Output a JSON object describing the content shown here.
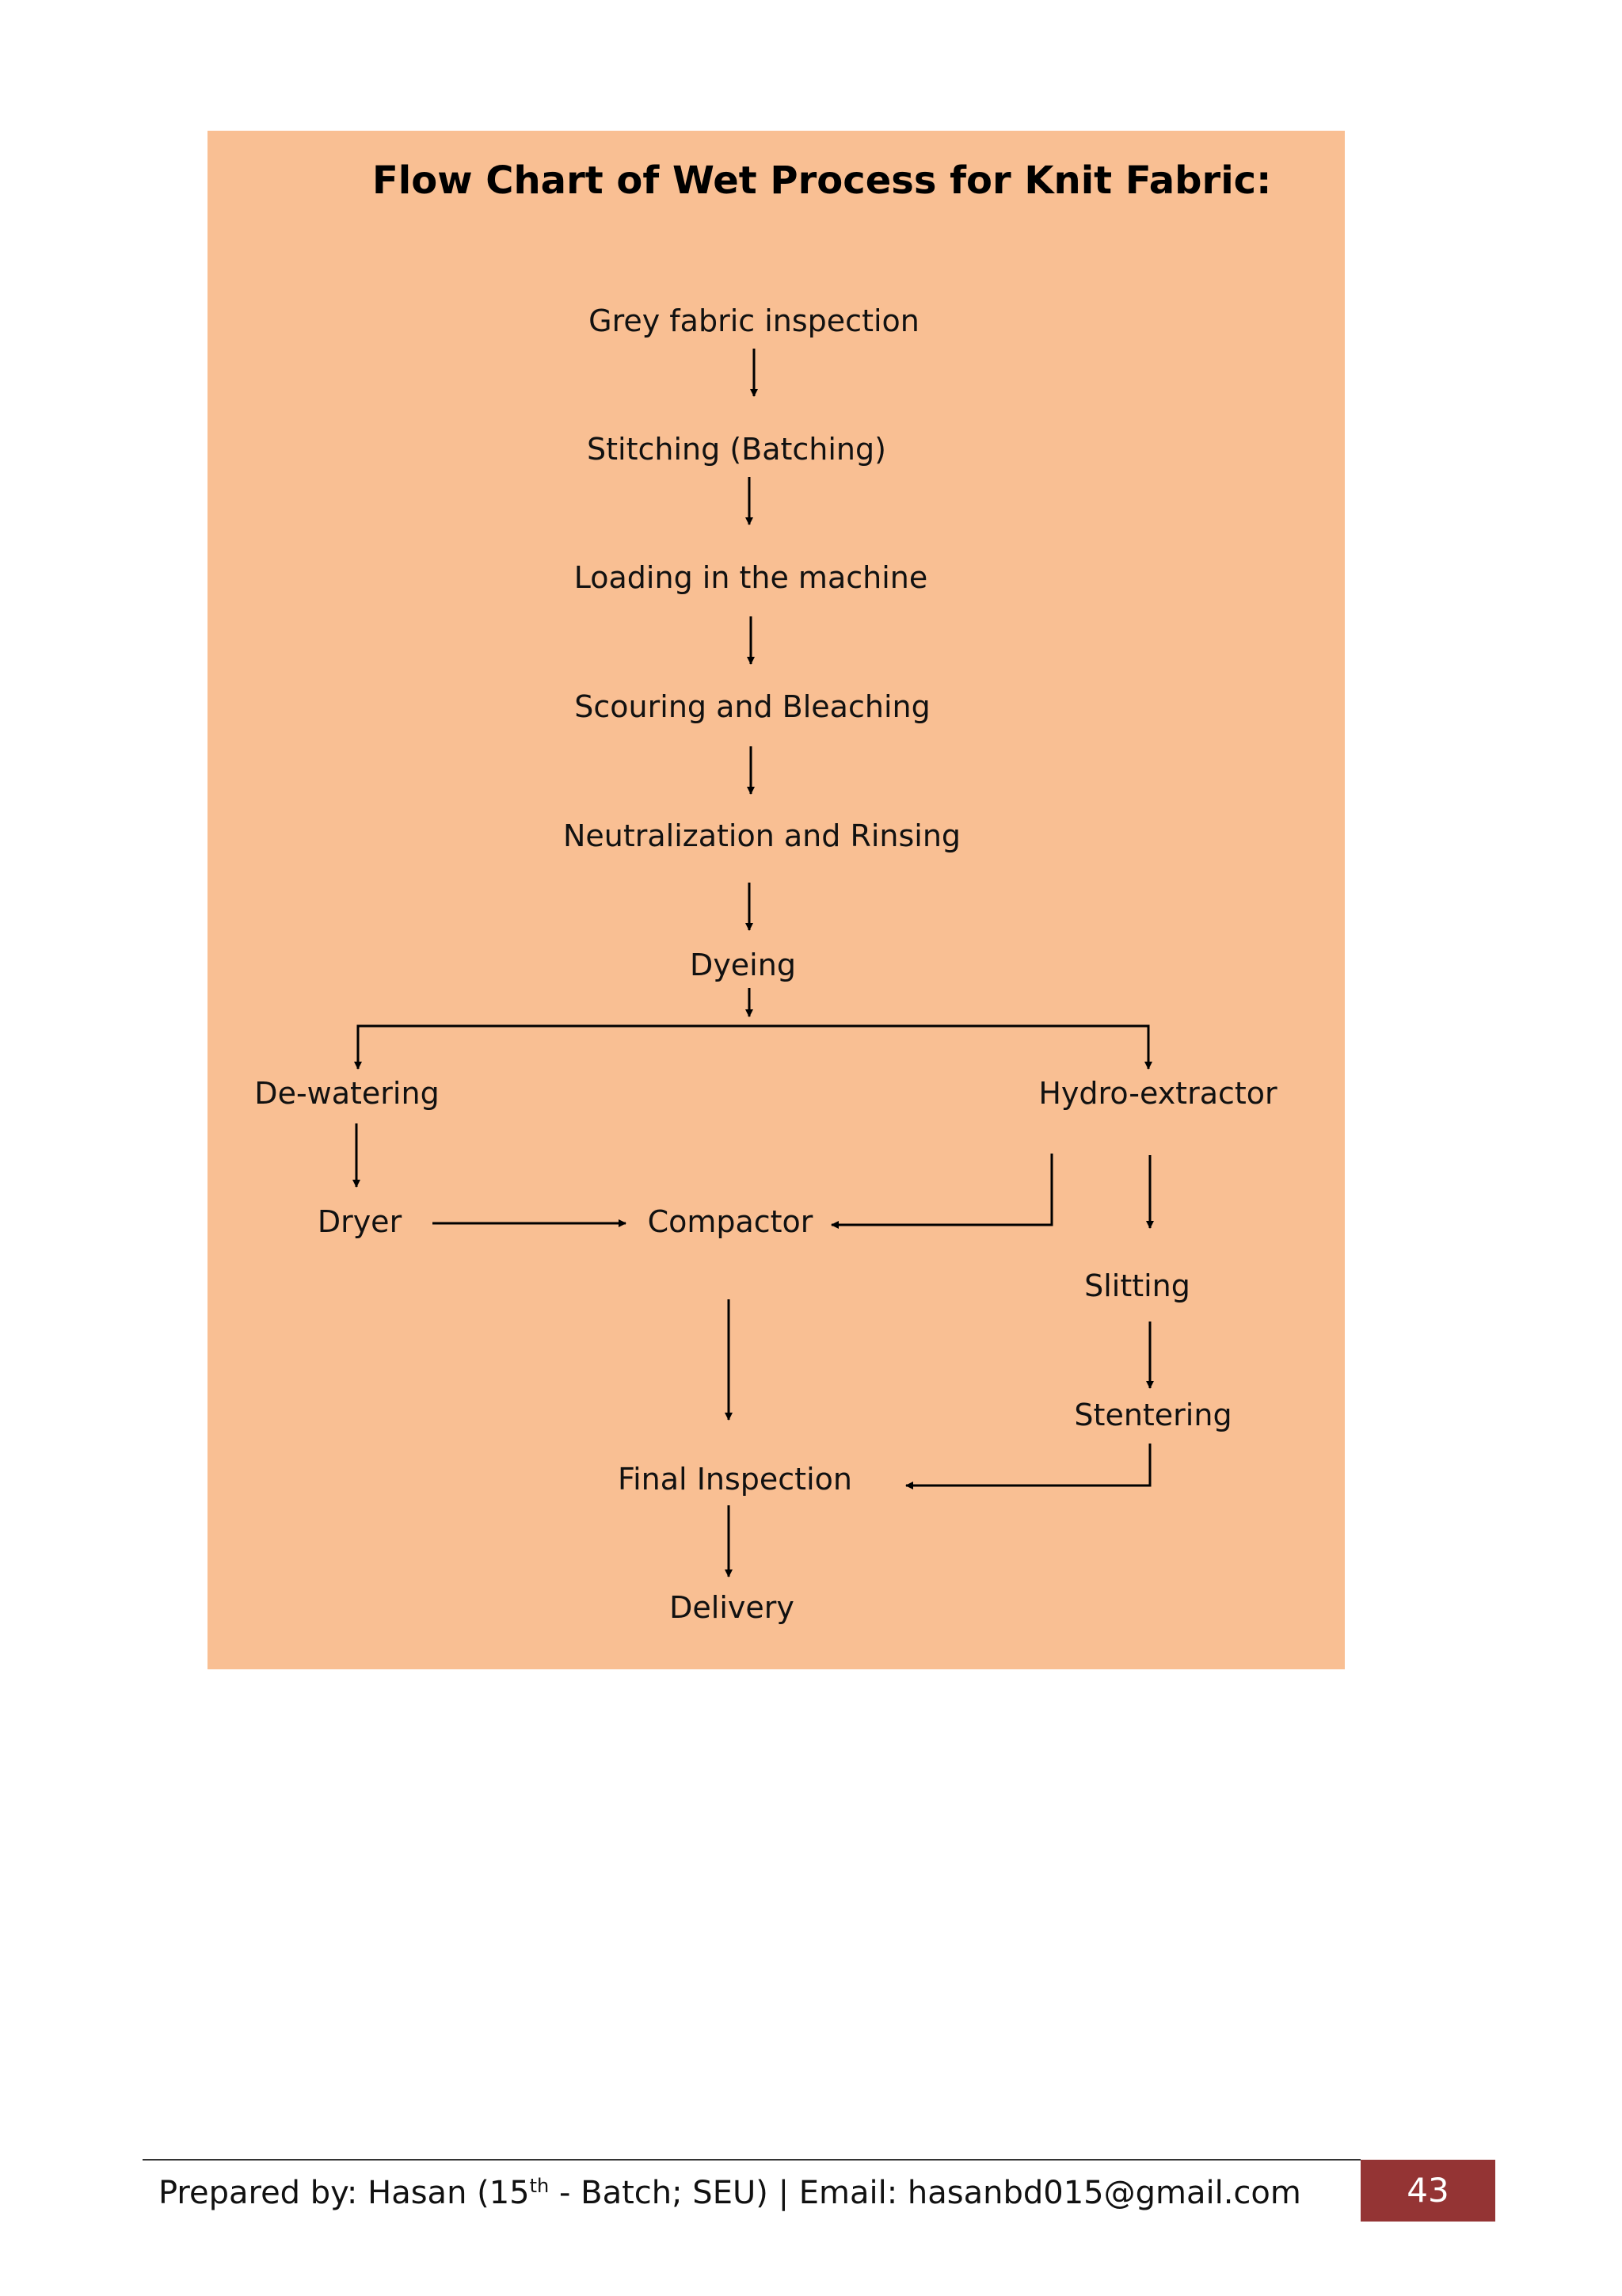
{
  "title": "Flow Chart of Wet Process for Knit Fabric:",
  "nodes": {
    "grey_fabric_inspection": "Grey fabric inspection",
    "stitching": "Stitching (Batching)",
    "loading": "Loading in the machine",
    "scouring": "Scouring and Bleaching",
    "neutralization": "Neutralization and Rinsing",
    "dyeing": "Dyeing",
    "de_watering": "De-watering",
    "hydro_extractor": "Hydro-extractor",
    "dryer": "Dryer",
    "compactor": "Compactor",
    "slitting": "Slitting",
    "stentering": "Stentering",
    "final_inspection": "Final Inspection",
    "delivery": "Delivery"
  },
  "footer": {
    "prefix": "Prepared by: Hasan (15",
    "superscript": "th",
    "suffix": " - Batch; SEU) | Email: hasanbd015@gmail.com",
    "page_number": "43"
  },
  "colors": {
    "panel_background": "#f9bf93",
    "page_number_background": "#943434"
  }
}
